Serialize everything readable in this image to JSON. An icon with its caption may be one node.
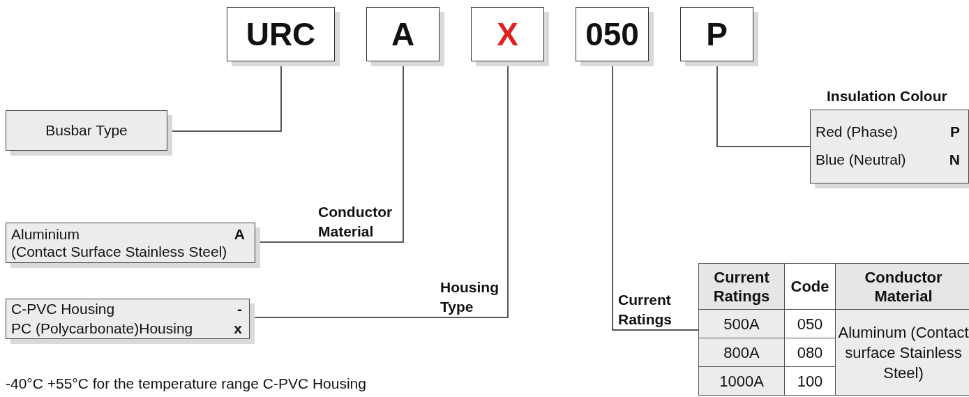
{
  "diagram": {
    "nodes": [
      {
        "text": [
          "URC"
        ]
      },
      {
        "text": [
          "A"
        ]
      },
      {
        "text": [
          "X"
        ]
      },
      {
        "text": [
          "050"
        ]
      },
      {
        "text": [
          "P"
        ]
      },
      {
        "text": [
          "Busbar Type"
        ]
      },
      {
        "text": [
          "Aluminium",
          "A",
          "(Contact Surface Stainless Steel)"
        ]
      },
      {
        "text": [
          "C-PVC Housing",
          "-",
          "PC (Polycarbonate)Housing",
          "x"
        ]
      },
      {
        "text": [
          "Insulation Colour",
          "Red (Phase)",
          "P",
          "Blue (Neutral)",
          "N"
        ]
      },
      {
        "text": [
          "Current Ratings",
          "Code",
          "Conductor Material",
          "500A",
          "050",
          "Aluminum (Contact surface Stainless Steel)",
          "800A",
          "080",
          "1000A",
          "100"
        ]
      }
    ],
    "edges": [
      {
        "from": 0,
        "to": 5,
        "arrow": "none"
      },
      {
        "from": 1,
        "to": 6,
        "arrow": "none",
        "label": "Conductor Material"
      },
      {
        "from": 2,
        "to": 7,
        "arrow": "none",
        "label": "Housing Type"
      },
      {
        "from": 3,
        "to": 9,
        "arrow": "none",
        "label": "Current Ratings"
      },
      {
        "from": 4,
        "to": 8,
        "arrow": "none"
      }
    ],
    "labels": [
      "-40°C +55°C for the temperature range C-PVC Housing"
    ]
  }
}
